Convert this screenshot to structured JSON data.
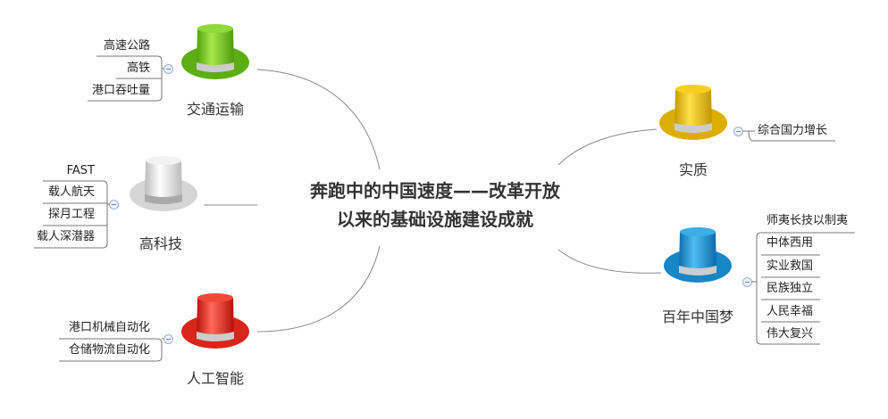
{
  "title": {
    "line1": "奔跑中的中国速度——改革开放",
    "line2": "以来的基础设施建设成就"
  },
  "branches": [
    {
      "label": "交通运输",
      "color": "#6cc417",
      "items": [
        "高速公路",
        "高铁",
        "港口吞吐量"
      ]
    },
    {
      "label": "高科技",
      "color": "#d8d8d8",
      "items": [
        "FAST",
        "载人航天",
        "探月工程",
        "载人深潜器"
      ]
    },
    {
      "label": "人工智能",
      "color": "#e8261c",
      "items": [
        "港口机械自动化",
        "仓储物流自动化"
      ]
    },
    {
      "label": "实质",
      "color": "#e6b800",
      "items": [
        "综合国力增长"
      ]
    },
    {
      "label": "百年中国梦",
      "color": "#1a8fd0",
      "items": [
        "师夷长技以制夷",
        "中体西用",
        "实业救国",
        "民族独立",
        "人民幸福",
        "伟大复兴"
      ]
    }
  ]
}
